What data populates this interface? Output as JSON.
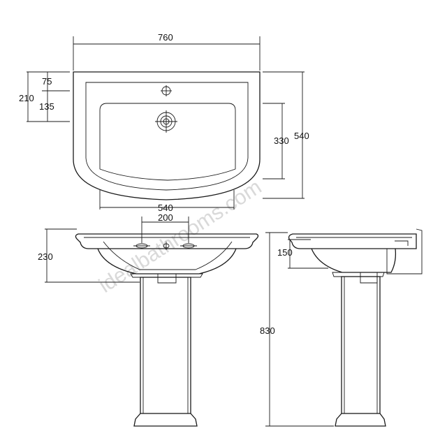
{
  "dimensions": {
    "overall_width": "760",
    "depth": "540",
    "tap_hole_offset": "75",
    "waste_offset": "135",
    "tap_to_waste_depth": "210",
    "bowl_depth": "330",
    "bowl_width": "540",
    "tap_hole_spacing": "200",
    "basin_height": "230",
    "bowl_height_side": "150",
    "overall_height": "830"
  },
  "watermark": "idealbathrooms.com"
}
